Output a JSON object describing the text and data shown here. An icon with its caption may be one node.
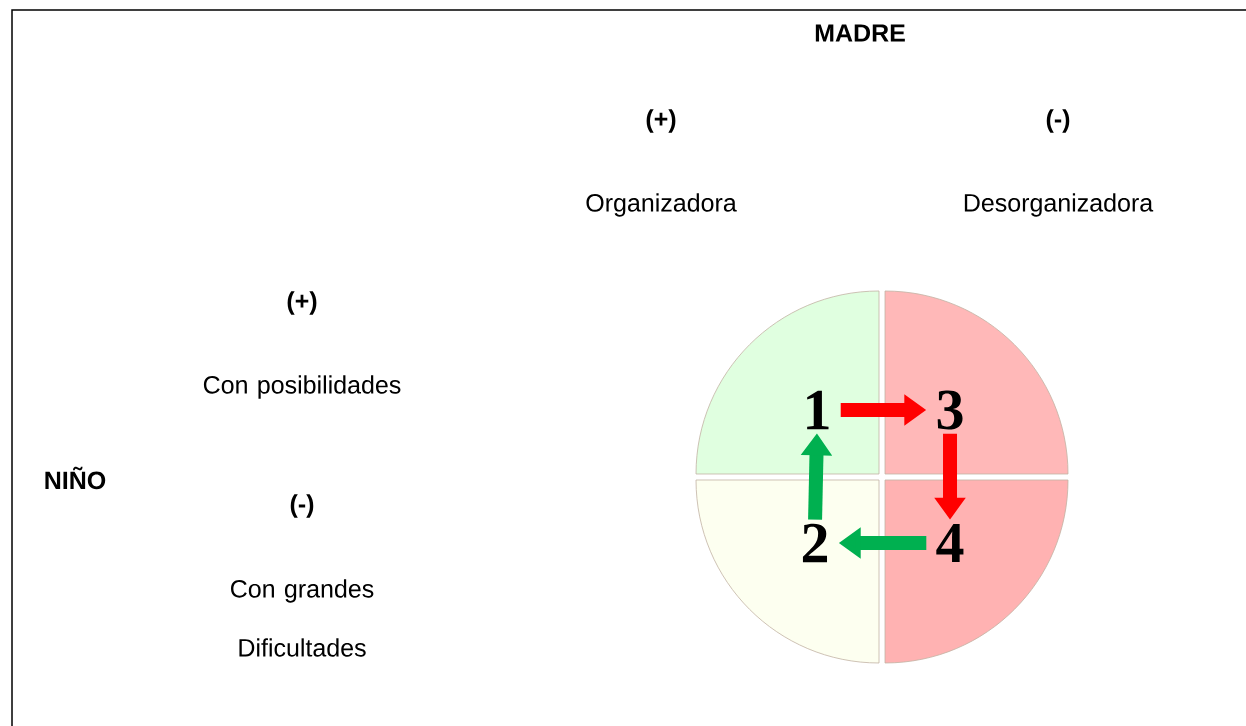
{
  "diagram": {
    "nodes": [
      {
        "text": [
          "1"
        ]
      },
      {
        "text": [
          "3"
        ]
      },
      {
        "text": [
          "2"
        ]
      },
      {
        "text": [
          "4"
        ]
      }
    ],
    "edges": [
      {
        "from": 0,
        "to": 1,
        "arrow": "to",
        "color": "#ff0000"
      },
      {
        "from": 1,
        "to": 3,
        "arrow": "to",
        "color": "#ff0000"
      },
      {
        "from": 3,
        "to": 2,
        "arrow": "to",
        "color": "#00b050"
      },
      {
        "from": 2,
        "to": 0,
        "arrow": "to",
        "color": "#00b050"
      }
    ],
    "labels": [
      "MADRE",
      "(+)",
      "(-)",
      "Organizadora",
      "Desorganizadora",
      "(+)",
      "Con posibilidades",
      "NIÑO",
      "(-)",
      "Con grandes Dificultades"
    ]
  }
}
